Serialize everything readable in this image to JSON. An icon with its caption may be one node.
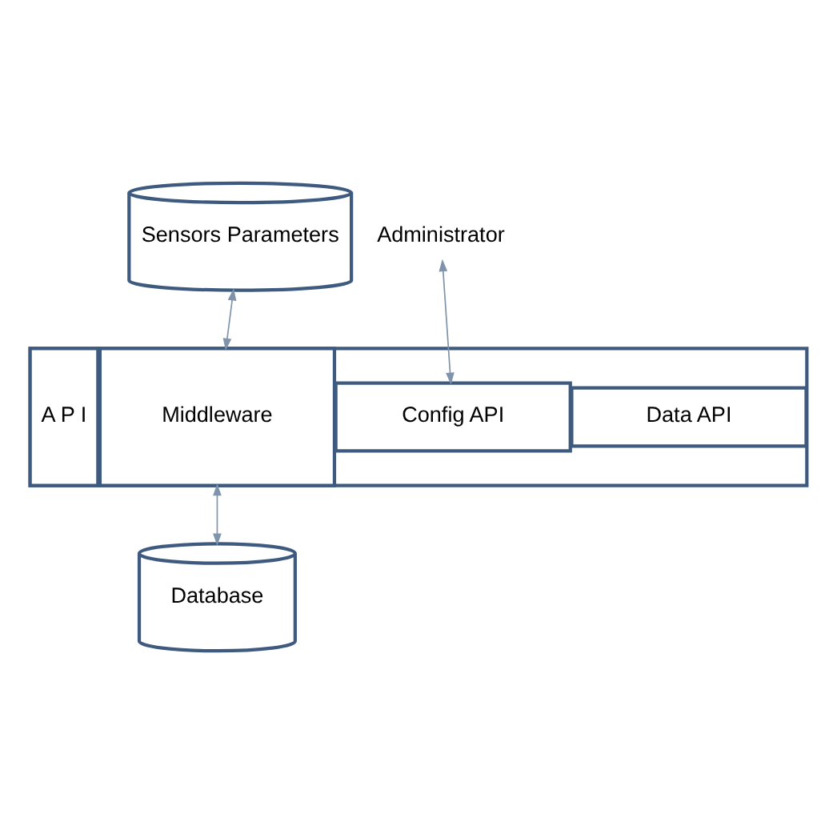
{
  "diagram": {
    "nodes": [
      {
        "text": [
          "Sensors Parameters"
        ]
      },
      {
        "text": [
          "Administrator"
        ]
      },
      {
        "text": [],
        "shape": "box"
      },
      {
        "text": [
          "A P I"
        ],
        "in": 2
      },
      {
        "text": [
          "Middleware"
        ],
        "in": 2
      },
      {
        "text": [
          "Config API"
        ],
        "in": 2
      },
      {
        "text": [
          "Data API"
        ],
        "in": 2
      },
      {
        "text": [
          "Database"
        ]
      }
    ],
    "edges": [
      {
        "from": 0,
        "to": 4,
        "arrow": "both"
      },
      {
        "from": 1,
        "to": 5,
        "arrow": "both"
      },
      {
        "from": 4,
        "to": 7,
        "arrow": "both"
      }
    ]
  }
}
